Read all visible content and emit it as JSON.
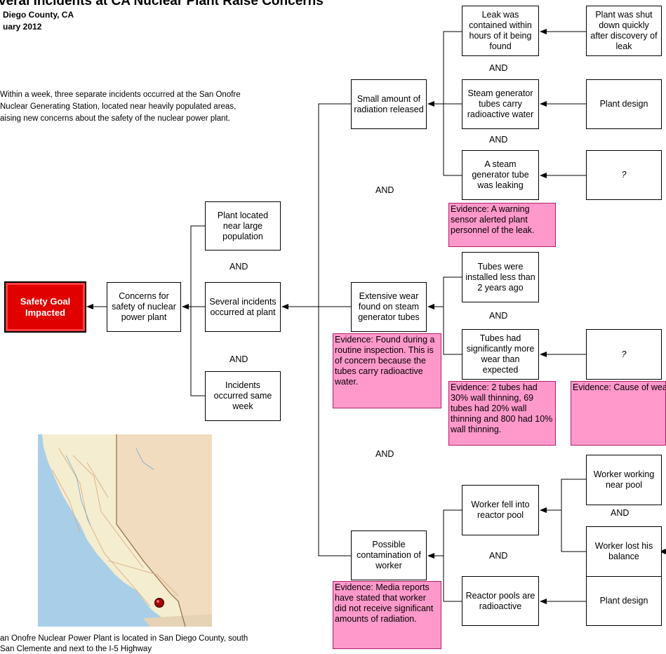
{
  "header": {
    "title": "veral Incidents at CA Nuclear Plant Raise Concerns",
    "location": "Diego County, CA",
    "date": "uary 2012"
  },
  "intro": [
    "Within a week, three separate incidents occurred at the San Onofre",
    "Nuclear Generating Station, located near heavily populated areas,",
    "aising new concerns about the safety of the nuclear power plant."
  ],
  "goal": "Safety Goal Impacted",
  "nodes": {
    "concerns": "Concerns for safety of nuclear power plant",
    "near_population": "Plant located near large population",
    "several_incidents": "Several incidents occurred at plant",
    "same_week": "Incidents occurred same week",
    "small_radiation": "Small amount of radiation released",
    "extensive_wear": "Extensive wear found on steam generator tubes",
    "contamination": "Possible contamination of worker",
    "leak_contained": "Leak was contained within hours of it being found",
    "tubes_carry": "Steam generator tubes carry radioactive water",
    "tube_leaking": "A steam generator tube was leaking",
    "shut_down": "Plant was shut down quickly after discovery of leak",
    "plant_design_1": "Plant design",
    "unknown_1": "?",
    "tubes_installed": "Tubes were installed less than 2 years ago",
    "more_wear": "Tubes had significantly more wear than expected",
    "unknown_2": "?",
    "worker_fell": "Worker fell into reactor pool",
    "pools_radioactive": "Reactor pools are radioactive",
    "worker_near_pool": "Worker working near pool",
    "worker_lost_balance": "Worker lost his balance",
    "plant_design_2": "Plant design"
  },
  "and_label": "AND",
  "evidence": {
    "leak_sensor": "Evidence: A warning sensor alerted plant personnel of the leak.",
    "routine_inspection": "Evidence: Found during a routine inspection. This is of concern because the tubes carry radioactive water.",
    "wall_thinning": "Evidence: 2 tubes had 30% wall thinning, 69 tubes had 20% wall thinning and 800 had 10% wall thinning.",
    "wear_unknown": "Evidence: Cause of wear is unknown at this time. The unit is currently shut down for maintenance.",
    "media_reports": "Evidence: Media reports have stated that worker did not receive significant amounts of radiation."
  },
  "map_caption": [
    "an Onofre Nuclear Power Plant is located in San Diego County, south",
    "San Clemente and next to the I-5 Highway"
  ]
}
